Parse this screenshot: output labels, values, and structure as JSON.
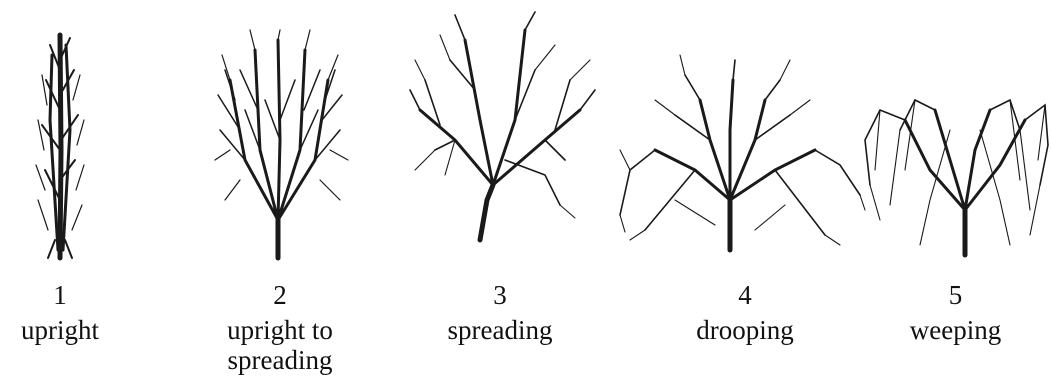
{
  "figure": {
    "forms": [
      {
        "number": "1",
        "label_lines": [
          "upright"
        ],
        "shape": "upright"
      },
      {
        "number": "2",
        "label_lines": [
          "upright to",
          "spreading"
        ],
        "shape": "upright-to-spreading"
      },
      {
        "number": "3",
        "label_lines": [
          "spreading"
        ],
        "shape": "spreading"
      },
      {
        "number": "4",
        "label_lines": [
          "drooping"
        ],
        "shape": "drooping"
      },
      {
        "number": "5",
        "label_lines": [
          "weeping"
        ],
        "shape": "weeping"
      }
    ],
    "ink_color": "#1a1a1a"
  }
}
